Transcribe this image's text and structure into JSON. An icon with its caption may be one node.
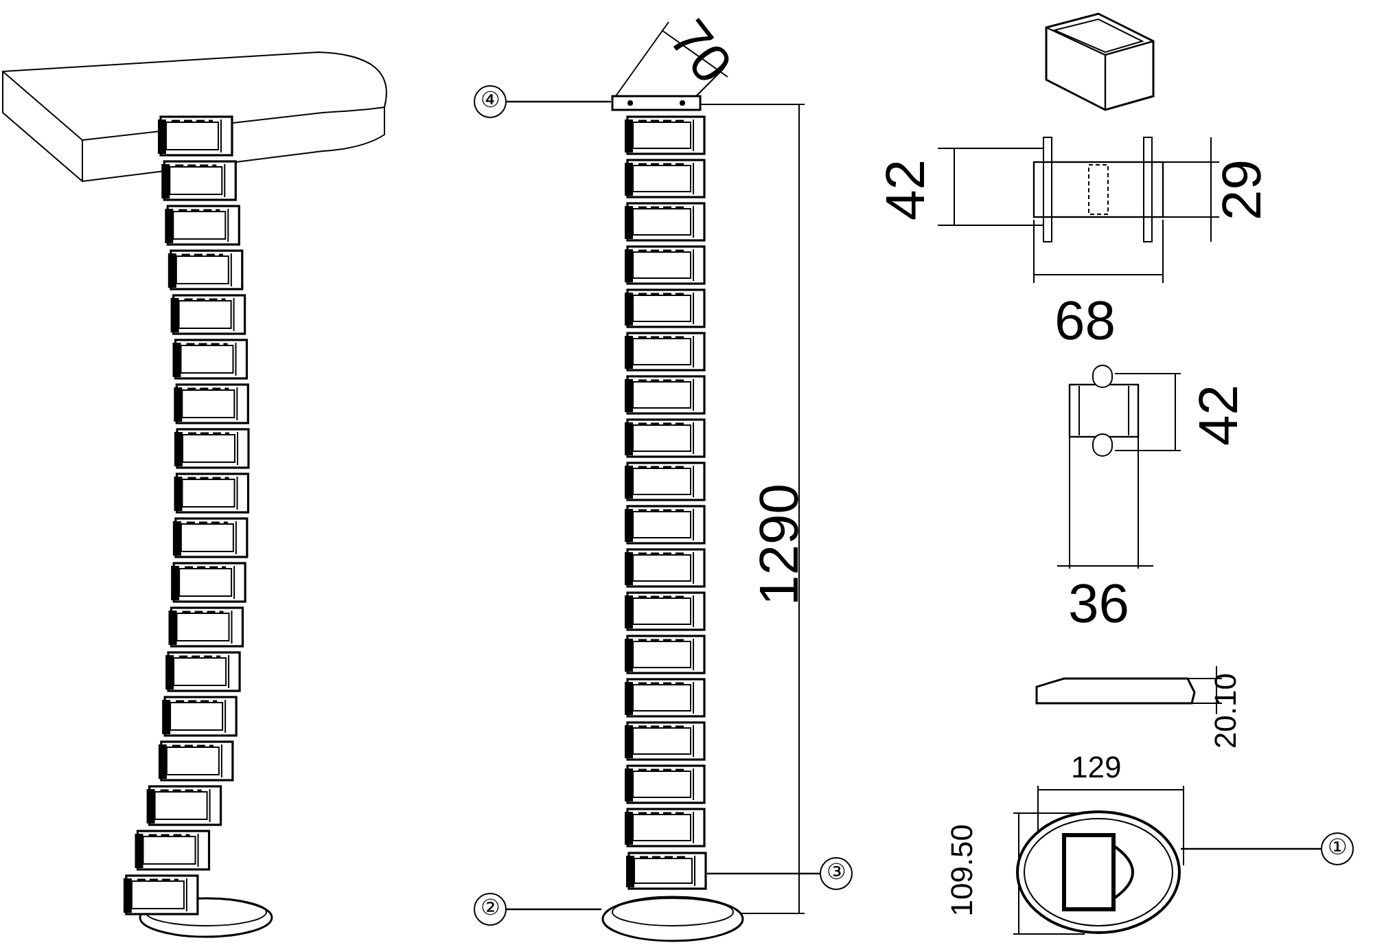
{
  "diagram": {
    "nodes": [
      {
        "text": [
          "④"
        ]
      },
      {
        "text": [],
        "shape": "picture"
      },
      {
        "text": [
          "②"
        ]
      },
      {
        "text": [],
        "shape": "picture"
      },
      {
        "text": [
          "③"
        ]
      },
      {
        "text": [],
        "shape": "picture"
      },
      {
        "text": [
          "①"
        ]
      },
      {
        "text": [],
        "shape": "picture"
      }
    ],
    "edges": [
      {
        "from": 0,
        "to": 1,
        "arrow": "none"
      },
      {
        "from": 2,
        "to": 3,
        "arrow": "none"
      },
      {
        "from": 4,
        "to": 5,
        "arrow": "none"
      },
      {
        "from": 6,
        "to": 7,
        "arrow": "none"
      }
    ],
    "labels": [
      "70",
      "1290",
      "42",
      "29",
      "68",
      "42",
      "36",
      "20.10",
      "129",
      "109.50"
    ]
  }
}
